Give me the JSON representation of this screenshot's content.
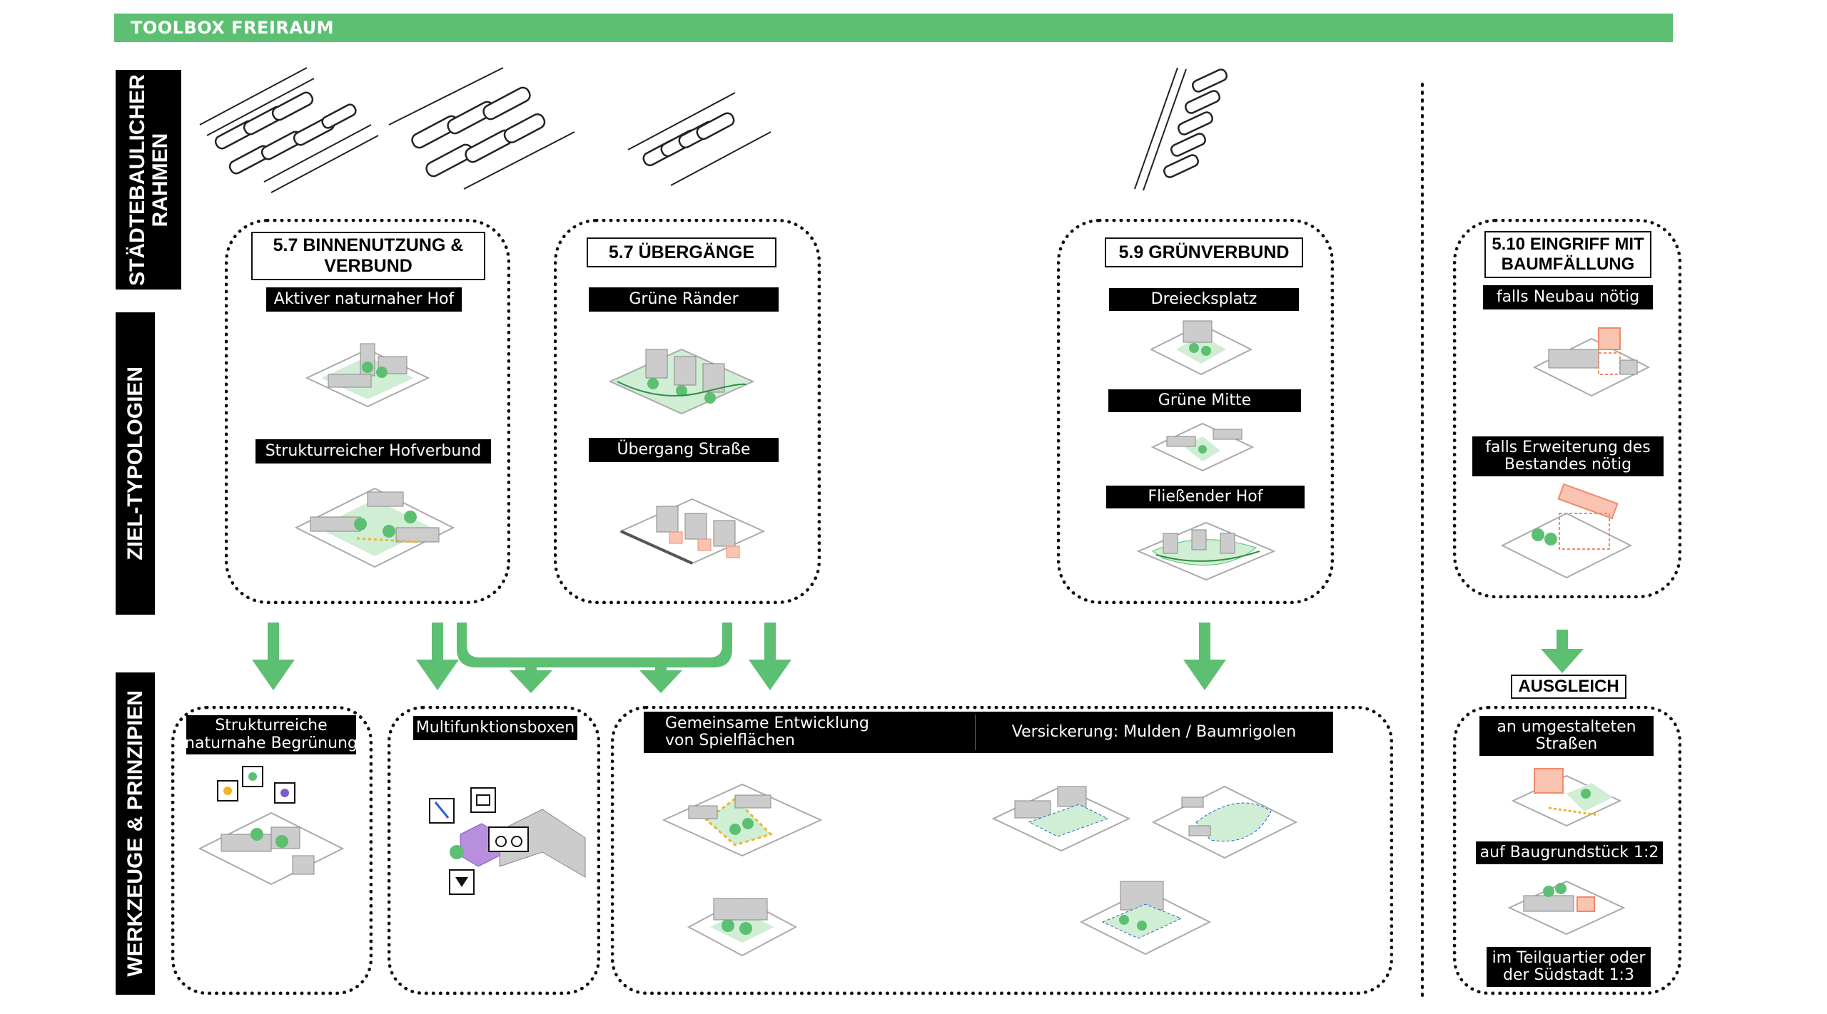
{
  "header": {
    "title": "TOOLBOX FREIRAUM"
  },
  "row_labels": {
    "rahmen": "STÄDTEBAULICHER\nRAHMEN",
    "ziel": "ZIEL-TYPOLOGIEN",
    "werkzeuge": "WERKZEUGE & PRINZIPIEN"
  },
  "groups": {
    "binnen": {
      "title": "5.7 BINNENUTZUNG &\nVERBUND",
      "items": [
        "Aktiver naturnaher Hof",
        "Strukturreicher Hofverbund"
      ]
    },
    "ueber": {
      "title": "5.7 ÜBERGÄNGE",
      "items": [
        "Grüne Ränder",
        "Übergang Straße"
      ]
    },
    "gruen": {
      "title": "5.9 GRÜNVERBUND",
      "items": [
        "Dreiecksplatz",
        "Grüne Mitte",
        "Fließender Hof"
      ]
    },
    "eingriff": {
      "title": "5.10 EINGRIFF MIT\nBAUMFÄLLUNG",
      "items": [
        "falls Neubau nötig",
        "falls Erweiterung des\nBestandes nötig"
      ]
    }
  },
  "tools": {
    "begruenung": "Strukturreiche\nnaturnahe Begrünung",
    "multi": "Multifunktionsboxen",
    "spiel": "Gemeinsame Entwicklung\nvon Spielflächen",
    "versickerung": "Versickerung: Mulden / Baumrigolen"
  },
  "ausgleich": {
    "label": "AUSGLEICH",
    "items": [
      "an umgestalteten\nStraßen",
      "auf Baugrundstück 1:2",
      "im Teilquartier oder\nder Südstadt 1:3"
    ]
  },
  "colors": {
    "green": "#5cbf72",
    "light_green": "#cfeed4",
    "orange": "#f08a6a",
    "black": "#000000"
  }
}
